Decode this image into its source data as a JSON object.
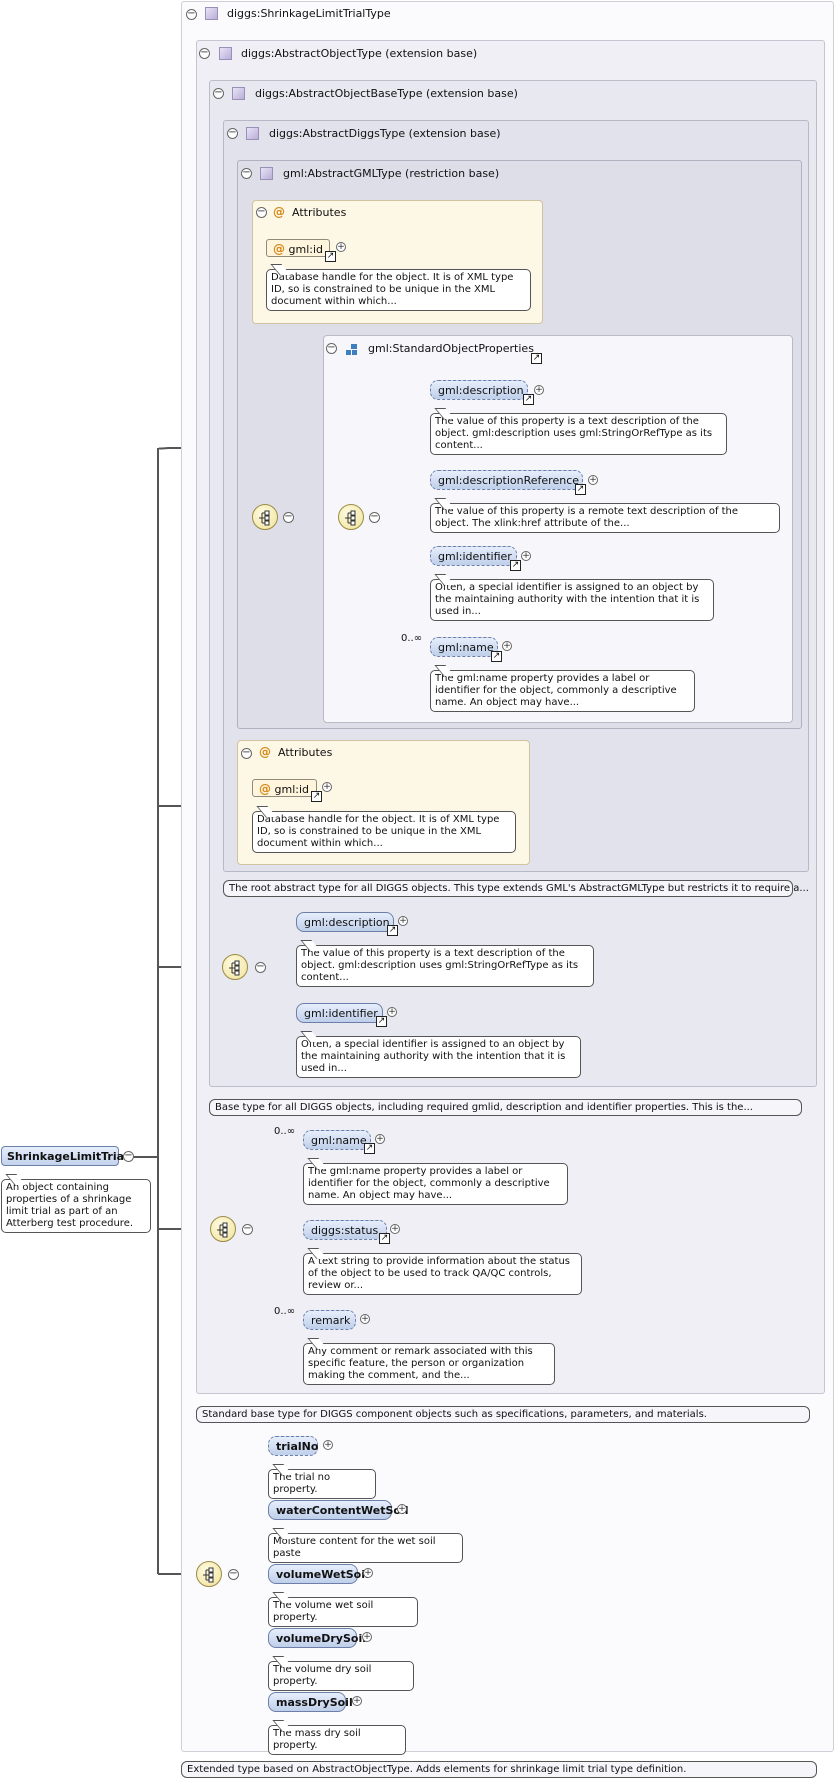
{
  "types": {
    "outer": "diggs:ShrinkageLimitTrialType",
    "abstract_object": "diggs:AbstractObjectType (extension base)",
    "abstract_object_base": "diggs:AbstractObjectBaseType (extension base)",
    "abstract_diggs": "diggs:AbstractDiggsType (extension base)",
    "abstract_gml": "gml:AbstractGMLType (restriction base)"
  },
  "attributes": {
    "title": "Attributes",
    "at_symbol": "@",
    "gml_id": "gml:id",
    "gml_id_doc": "Database handle for the object. It is of XML type ID, so is constrained to be unique in the XML document within which..."
  },
  "group": {
    "name": "gml:StandardObjectProperties"
  },
  "gml_elements": [
    {
      "name": "gml:description",
      "doc": "The value of this property is a text description of the object. gml:description uses gml:StringOrRefType as its content..."
    },
    {
      "name": "gml:descriptionReference",
      "doc": "The value of this property is a remote text description of the object. The xlink:href attribute of the..."
    },
    {
      "name": "gml:identifier",
      "doc": "Often, a special identifier is assigned to an object by the maintaining authority with the intention that it is used in..."
    },
    {
      "name": "gml:name",
      "doc": "The gml:name property provides a label or identifier for the object, commonly a descriptive name. An object may have..."
    }
  ],
  "cardinality": "0..∞",
  "type_docs": {
    "abstract_diggs": "The root abstract type for all DIGGS objects. This type extends GML's AbstractGMLType but restricts it to require a...",
    "abstract_object_base": "Base type for all DIGGS objects, including required gmlid, description and identifier properties. This is the...",
    "abstract_object": "Standard base type for DIGGS component objects such as specifications, parameters, and materials.",
    "outer": "Extended type based on AbstractObjectType. Adds elements for shrinkage limit trial type definition."
  },
  "base_elements": [
    {
      "name": "gml:description",
      "doc": "The value of this property is a text description of the object. gml:description uses gml:StringOrRefType as its content..."
    },
    {
      "name": "gml:identifier",
      "doc": "Often, a special identifier is assigned to an object by the maintaining authority with the intention that it is used in..."
    }
  ],
  "object_elements": [
    {
      "name": "gml:name",
      "doc": "The gml:name property provides a label or identifier for the object, commonly a descriptive name. An object may have..."
    },
    {
      "name": "diggs:status",
      "doc": "A text string to provide information about the status of the object to be used to track QA/QC controls, review or..."
    },
    {
      "name": "remark",
      "doc": "Any comment or remark associated with this specific feature, the person or organization making the comment, and the..."
    }
  ],
  "root": {
    "name": "ShrinkageLimitTrial",
    "doc": "An object containing properties of a shrinkage limit trial as part of an Atterberg test procedure."
  },
  "trial_elements": [
    {
      "name": "trialNo",
      "doc": "The trial no property."
    },
    {
      "name": "waterContentWetSoil",
      "doc": "Moisture content for the wet soil paste"
    },
    {
      "name": "volumeWetSoil",
      "doc": "The volume wet soil property."
    },
    {
      "name": "volumeDrySoil",
      "doc": "The volume dry soil property."
    },
    {
      "name": "massDrySoil",
      "doc": "The mass dry soil property."
    }
  ],
  "icons": {
    "collapse": "collapse-icon",
    "expand": "expand-icon",
    "reference": "reference-arrow-icon",
    "sequence": "sequence-compositor-icon",
    "type": "complex-type-icon",
    "group": "group-icon"
  },
  "colors": {
    "element_fill": "#bfcfea",
    "attribute_fill": "#fdf7e6",
    "compositor_fill": "#efe29a"
  }
}
